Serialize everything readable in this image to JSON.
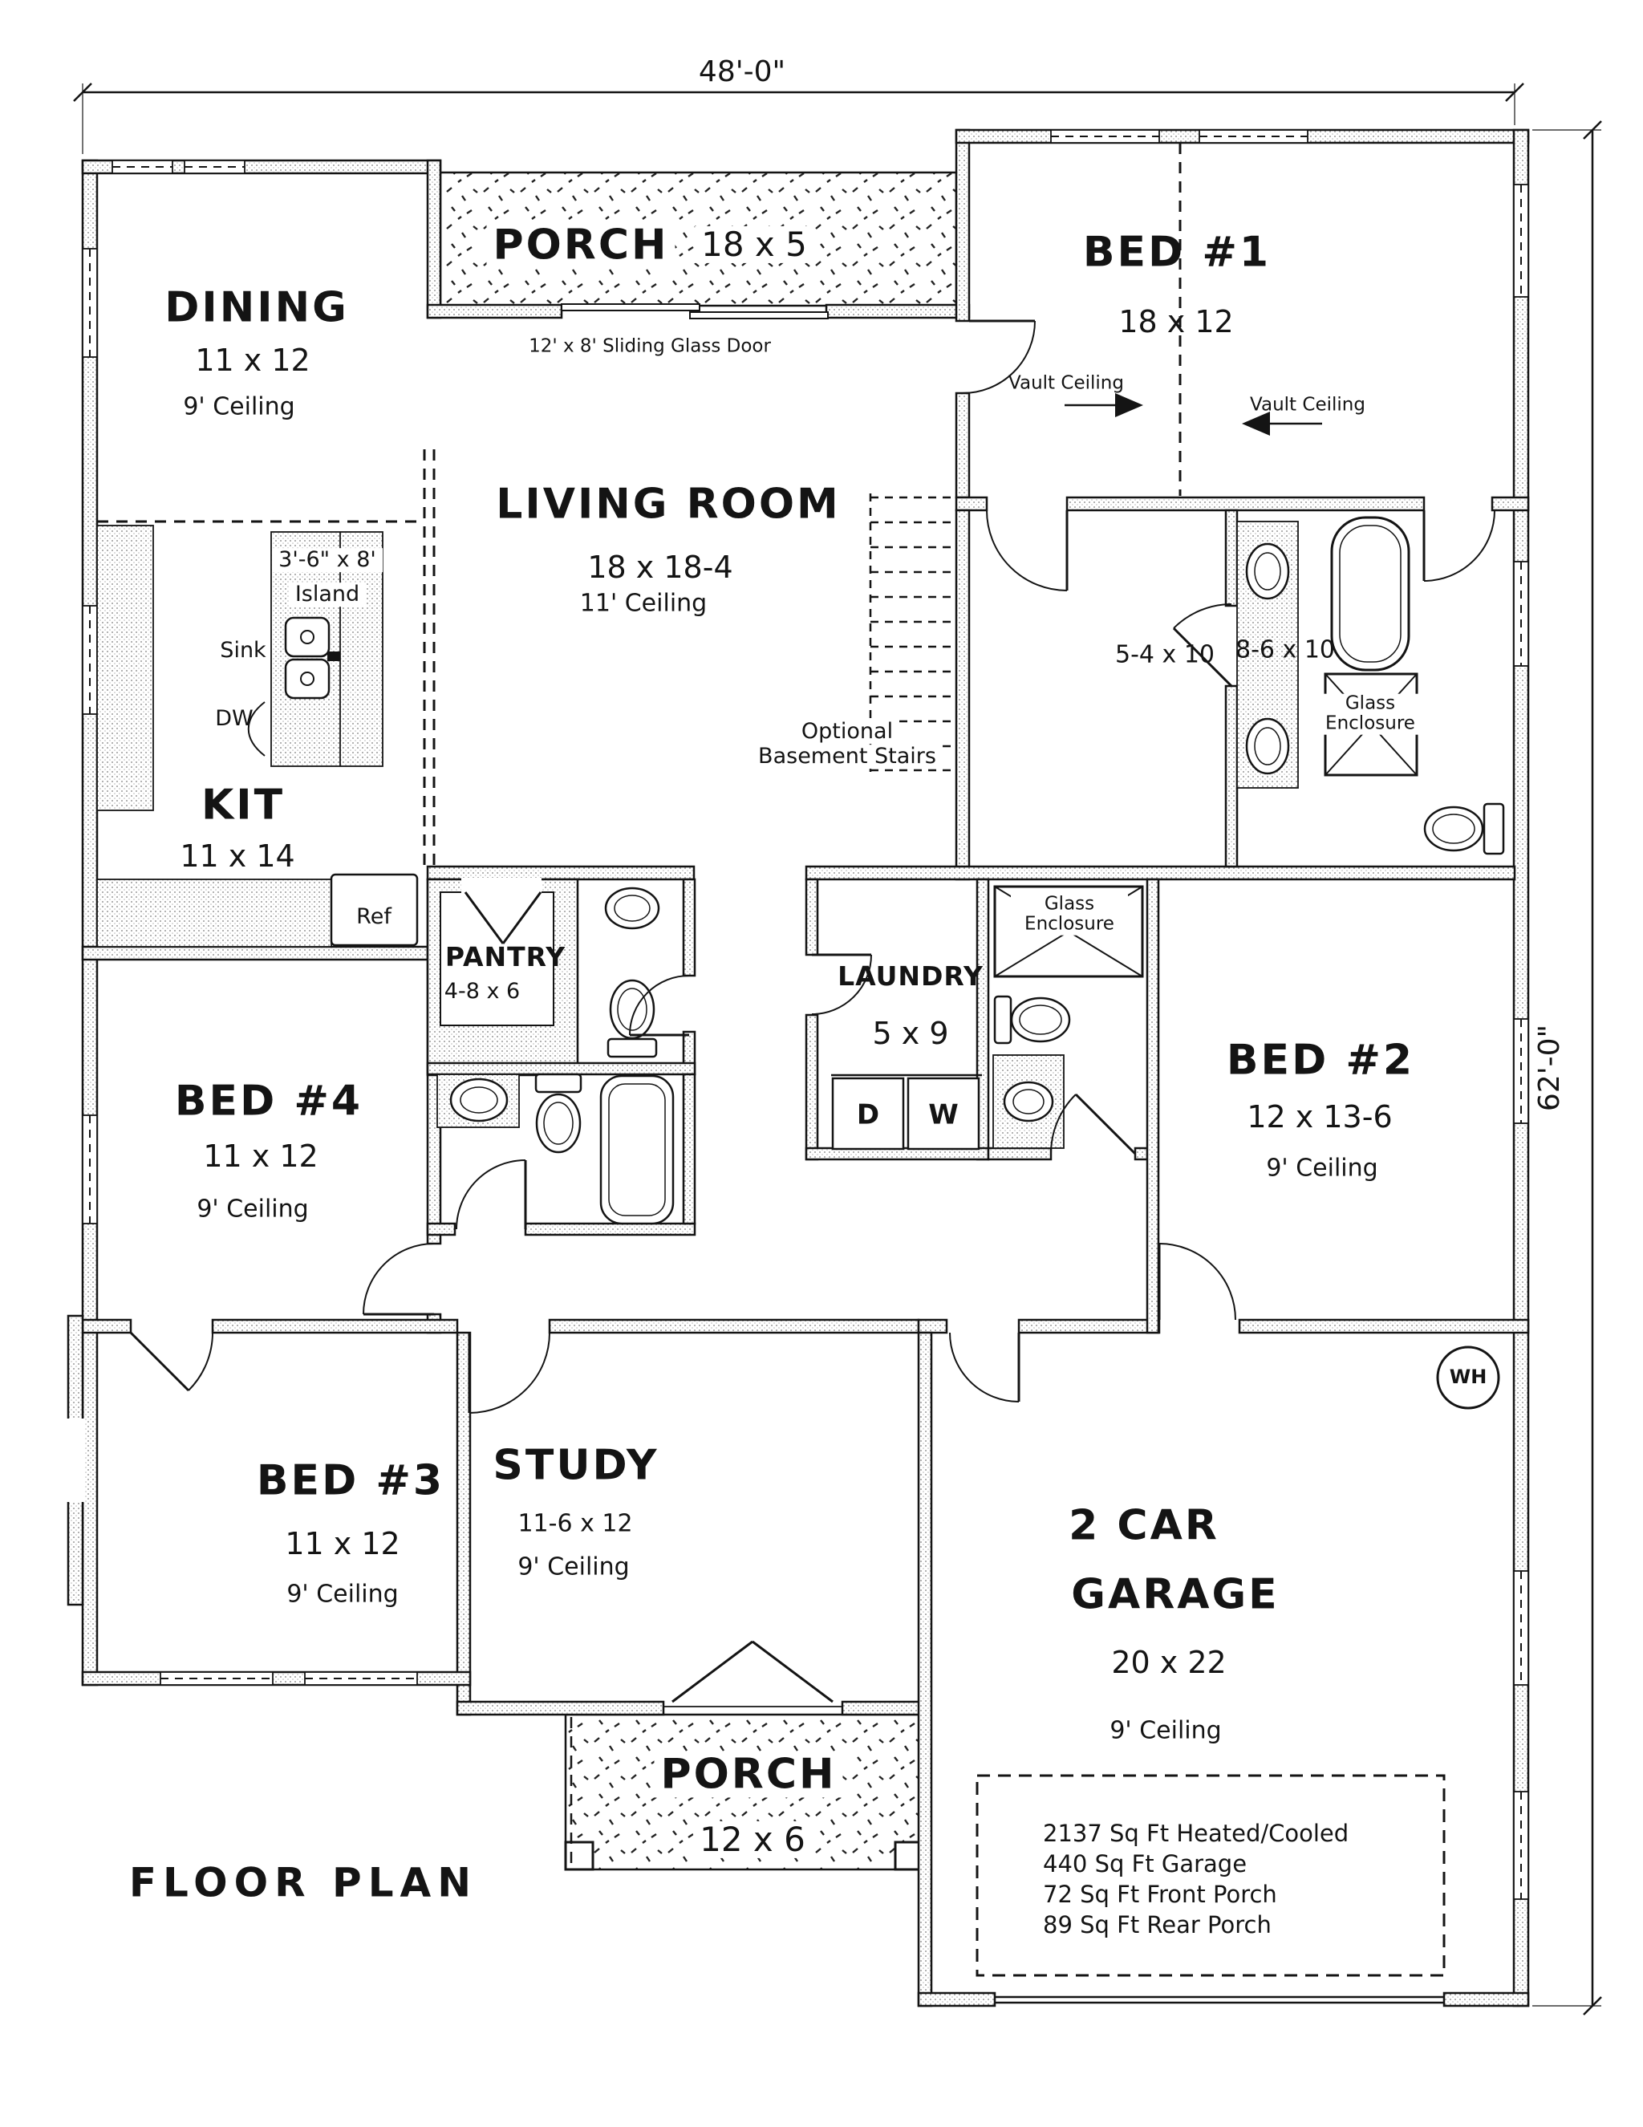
{
  "title": "FLOOR PLAN",
  "dimensions": {
    "width": "48'-0\"",
    "height": "62'-0\""
  },
  "rooms": {
    "dining": {
      "name": "DINING",
      "size": "11 x 12",
      "ceiling": "9' Ceiling"
    },
    "rear_porch": {
      "name": "PORCH",
      "size": "18 x 5"
    },
    "bed1": {
      "name": "BED #1",
      "size": "18 x 12",
      "vault_left": "Vault Ceiling",
      "vault_right": "Vault Ceiling"
    },
    "living": {
      "name": "LIVING ROOM",
      "size": "18 x 18-4",
      "ceiling": "11' Ceiling"
    },
    "kitchen": {
      "name": "KIT",
      "size": "11 x 14",
      "island_dim": "3'-6\" x 8'",
      "island": "Island",
      "sink": "Sink",
      "dw": "DW",
      "ref": "Ref"
    },
    "master_closet": {
      "size": "5-4 x 10"
    },
    "master_bath": {
      "size": "8-6 x 10",
      "glass": "Glass Enclosure"
    },
    "stairs": {
      "line1": "Optional",
      "line2": "Basement Stairs"
    },
    "pantry": {
      "name": "PANTRY",
      "size": "4-8 x 6"
    },
    "laundry": {
      "name": "LAUNDRY",
      "size": "5 x 9",
      "dryer": "D",
      "washer": "W"
    },
    "bath2": {
      "glass": "Glass Enclosure"
    },
    "bed2": {
      "name": "BED #2",
      "size": "12 x 13-6",
      "ceiling": "9' Ceiling"
    },
    "bed4": {
      "name": "BED #4",
      "size": "11 x 12",
      "ceiling": "9' Ceiling"
    },
    "bed3": {
      "name": "BED #3",
      "size": "11 x 12",
      "ceiling": "9' Ceiling"
    },
    "study": {
      "name": "STUDY",
      "size": "11-6 x 12",
      "ceiling": "9' Ceiling"
    },
    "garage": {
      "name_line1": "2 CAR",
      "name_line2": "GARAGE",
      "size": "20 x 22",
      "ceiling": "9' Ceiling",
      "wh": "WH"
    },
    "front_porch": {
      "name": "PORCH",
      "size": "12 x 6"
    }
  },
  "annotations": {
    "sliding_door": "12' x 8' Sliding Glass Door",
    "sqft": [
      "2137 Sq Ft Heated/Cooled",
      "440 Sq Ft Garage",
      "72 Sq Ft Front Porch",
      "89 Sq Ft Rear Porch"
    ]
  }
}
